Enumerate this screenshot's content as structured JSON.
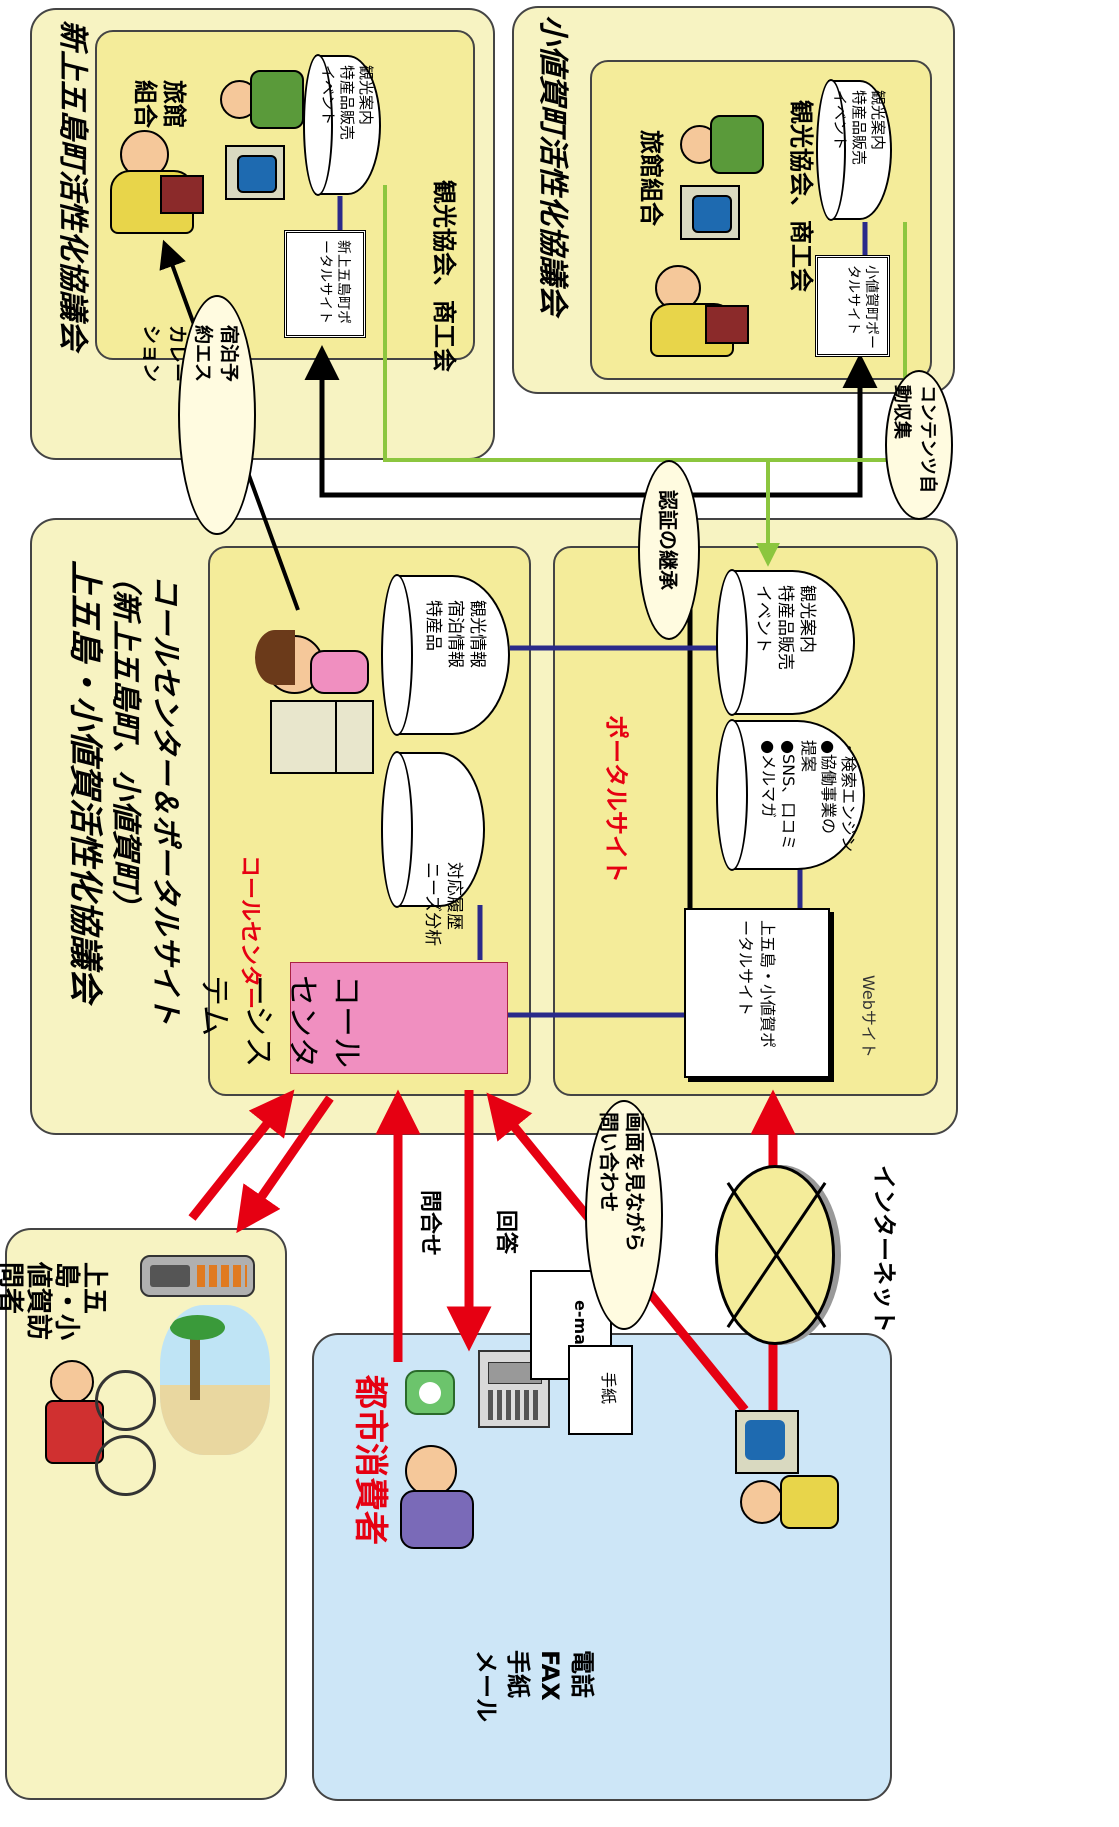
{
  "regions": {
    "shinkamigoto": {
      "title": "新上五島町活性化協議会",
      "ryokan": "旅館組合",
      "kanko": "観光協会、商工会",
      "db_items": [
        "観光案内",
        "特産品販売",
        "イベント"
      ],
      "portal_label": "新上五島町ポータルサイト"
    },
    "ojika": {
      "title": "小値賀町活性化協議会",
      "ryokan": "旅館組合",
      "kanko": "観光協会、商工会",
      "db_items": [
        "観光案内",
        "特産品販売",
        "イベント"
      ],
      "portal_label": "小値賀町ポータルサイト"
    },
    "central": {
      "title_line1": "上五島・小値賀活性化協議会",
      "title_line2": "（新上五島町、小値賀町）",
      "title_line3": "コールセンター＆ポータルサイト",
      "callcenter_label": "コールセンター",
      "callcenter_system": "コールセンターシステム",
      "db_info": [
        "観光情報",
        "宿泊情報",
        "特産品"
      ],
      "db_history": [
        "対応履歴",
        "ニーズ分析"
      ],
      "portal_title": "ポータルサイト",
      "portal_db1": [
        "観光案内",
        "特産品販売",
        "イベント"
      ],
      "portal_db2": [
        "・検索エンジン",
        "●協働事業の",
        "提案",
        "●SNS、口コミ",
        "●メルマガ"
      ],
      "portal_site_label": "上五島・小値賀ポータルサイト",
      "web_label": "Webサイト"
    },
    "visitors": {
      "title": "上五島・小値賀訪問者"
    },
    "consumers": {
      "title": "都市消費者",
      "channels": [
        "電話",
        "FAX",
        "手紙",
        "メール"
      ],
      "email_label": "e-mail",
      "letter_label": "手紙"
    }
  },
  "bubbles": {
    "escalation": "宿泊予約エスカレーション",
    "auth": "認証の継承",
    "content": "コンテンツ自動収集",
    "screen_inquiry": "画面を見ながら問い合わせ"
  },
  "labels": {
    "inquiry": "問合せ",
    "answer": "回答",
    "internet": "インターネット"
  },
  "colors": {
    "panel_bg": "#f7f3c2",
    "inner_bg": "#f4ec9a",
    "consumer_bg": "#cde6f7",
    "system_pink": "#f08fc0",
    "arrow_red": "#e60012",
    "line_navy": "#2a2a8a",
    "line_green": "#8cc63f"
  }
}
